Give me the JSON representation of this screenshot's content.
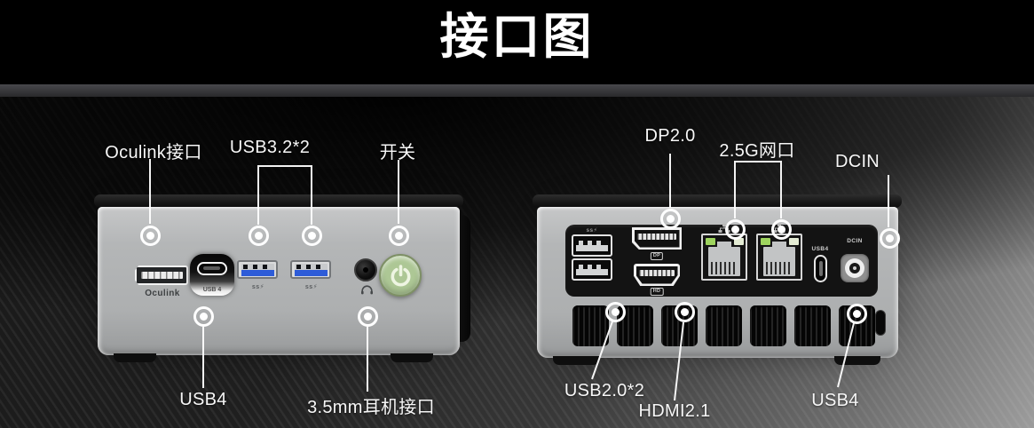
{
  "title": "接口图",
  "front_view": {
    "callouts_top": [
      "Oculink接口",
      "USB3.2*2",
      "开关"
    ],
    "callouts_bottom": [
      "USB4",
      "3.5mm耳机接口"
    ],
    "port_prints": {
      "oculink": "Oculink",
      "usb4": "USB 4",
      "usb32_badge": "ss⚡"
    }
  },
  "rear_view": {
    "callouts_top": [
      "DP2.0",
      "2.5G网口",
      "DCIN"
    ],
    "callouts_bottom": [
      "USB2.0*2",
      "HDMI2.1",
      "USB4"
    ],
    "port_prints": {
      "usb2_badge": "ss⚡",
      "dp_badge": "DP",
      "hdmi_badge": "HD",
      "usb4": "USB4",
      "dcin": "DCIN"
    }
  },
  "colors": {
    "accent_power_green": "#adc795",
    "usb_tongue_blue": "#2e5cd8",
    "device_silver": "#b2b4b5",
    "background_black": "#000000",
    "callout_white": "#ffffff"
  }
}
